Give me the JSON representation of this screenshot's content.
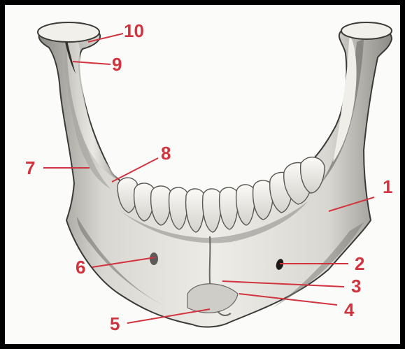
{
  "colors": {
    "label": "#d2343f",
    "leader": "#d2343f",
    "bone_fill": "#e9e7e2",
    "bone_shadow": "#9a9893",
    "bone_dark": "#4a4845",
    "tooth_fill": "#f3f2ee",
    "frame": "#000000"
  },
  "diagram": {
    "subject": "mandible-anterior-view",
    "labels": [
      "1",
      "2",
      "3",
      "4",
      "5",
      "6",
      "7",
      "8",
      "9",
      "10"
    ]
  }
}
